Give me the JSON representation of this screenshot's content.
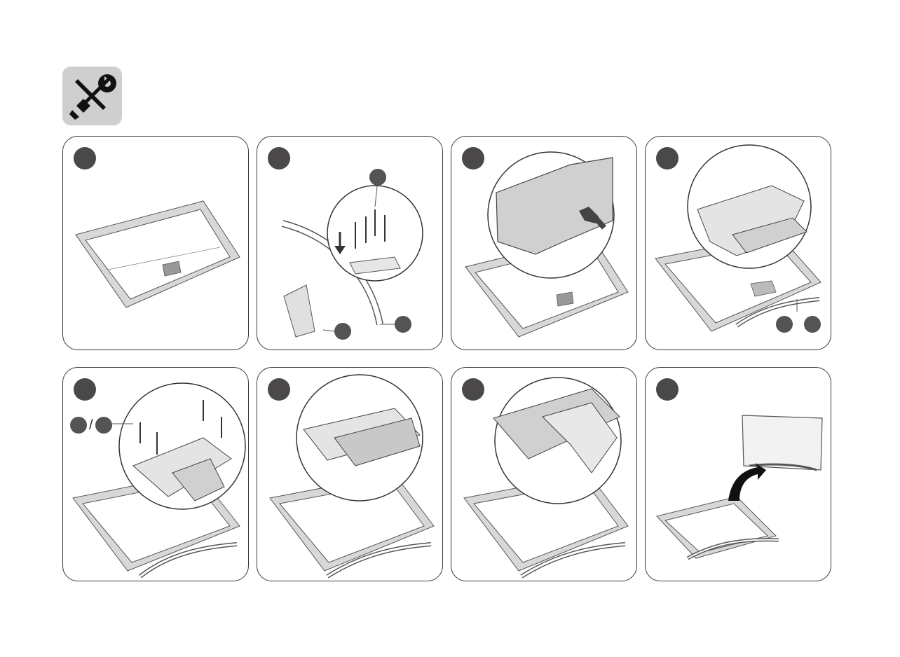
{
  "header": {
    "icon": "tools-icon"
  },
  "panels": [
    {
      "id": "step-1",
      "illustration": "tv-face-down-on-table"
    },
    {
      "id": "step-2",
      "illustration": "stand-arc-and-bracket-screws"
    },
    {
      "id": "step-3",
      "illustration": "remove-back-cover-lift"
    },
    {
      "id": "step-4",
      "illustration": "attach-stand-bracket-hooks"
    },
    {
      "id": "step-5",
      "illustration": "screw-stand-to-tv"
    },
    {
      "id": "step-6",
      "illustration": "align-stand-cover"
    },
    {
      "id": "step-7",
      "illustration": "snap-stand-cover"
    },
    {
      "id": "step-8",
      "illustration": "stand-tv-upright"
    }
  ],
  "colors": {
    "dot": "#4a4848",
    "panel_border": "#3a3a3a",
    "badge": "#cfcfcf",
    "tv_frame": "#d8d8d8"
  }
}
